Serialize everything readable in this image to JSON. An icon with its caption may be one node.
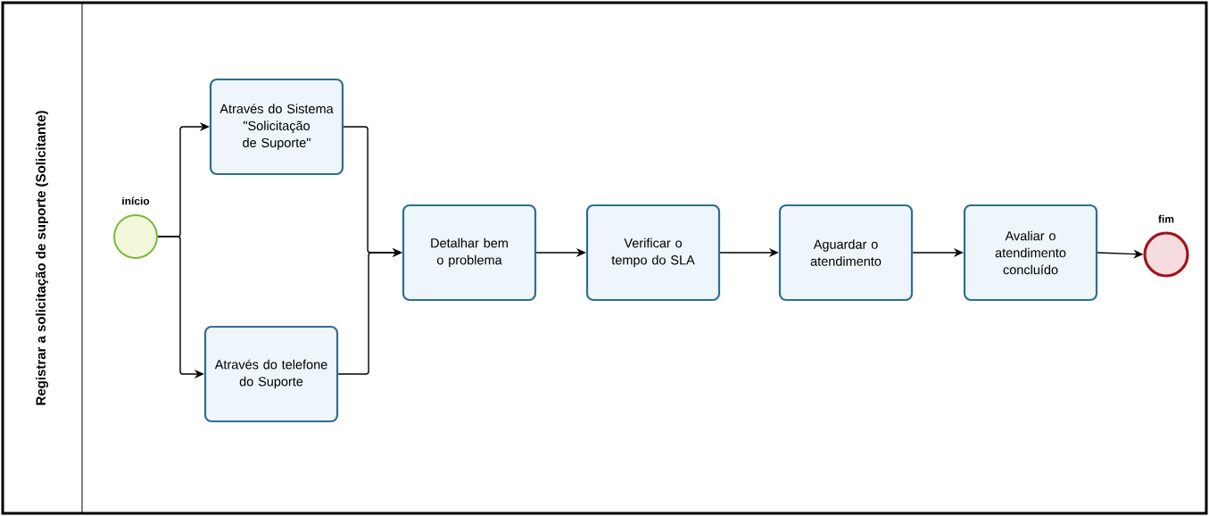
{
  "diagram": {
    "nodes": [
      {
        "text": [
          "Registrar a solicitação de suporte (Solicitante)"
        ]
      },
      {
        "text": [],
        "shape": "circle",
        "beside": [
          "início"
        ],
        "in": 0
      },
      {
        "text": [
          "Através do Sistema \"Solicitação de Suporte\""
        ],
        "in": 0
      },
      {
        "text": [
          "Através do telefone do Suporte"
        ],
        "in": 0
      },
      {
        "text": [
          "Detalhar bem o problema"
        ],
        "in": 0
      },
      {
        "text": [
          "Verificar o tempo do SLA"
        ],
        "in": 0
      },
      {
        "text": [
          "Aguardar o atendimento"
        ],
        "in": 0
      },
      {
        "text": [
          "Avaliar o atendimento concluído"
        ],
        "in": 0
      },
      {
        "text": [],
        "shape": "circle",
        "beside": [
          "fim"
        ],
        "in": 0
      }
    ],
    "edges": [
      {
        "from": 1,
        "to": 2,
        "arrow": "to"
      },
      {
        "from": 1,
        "to": 3,
        "arrow": "to"
      },
      {
        "from": 2,
        "to": 4,
        "arrow": "to"
      },
      {
        "from": 3,
        "to": 4,
        "arrow": "to"
      },
      {
        "from": 4,
        "to": 5,
        "arrow": "to"
      },
      {
        "from": 5,
        "to": 6,
        "arrow": "to"
      },
      {
        "from": 6,
        "to": 7,
        "arrow": "to"
      },
      {
        "from": 7,
        "to": 8,
        "arrow": "to"
      }
    ]
  }
}
